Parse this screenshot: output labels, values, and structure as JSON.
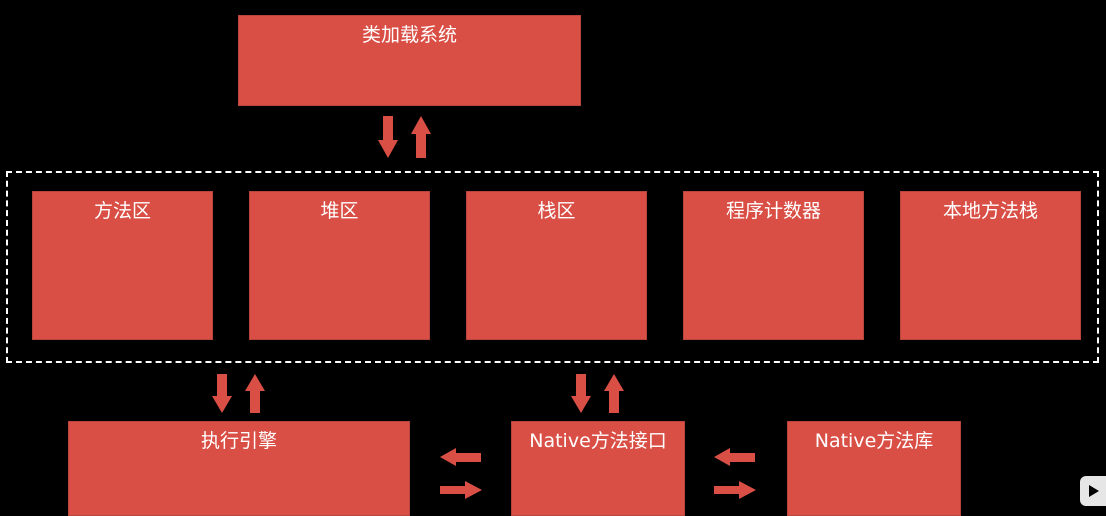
{
  "diagram": {
    "colors": {
      "box_fill": "#d94f45",
      "arrow_fill": "#d94f45",
      "text": "#ffffff",
      "background": "#000000",
      "dashed_border": "#ffffff"
    },
    "class_loader": "类加载系统",
    "runtime_areas": {
      "method_area": "方法区",
      "heap": "堆区",
      "stack": "栈区",
      "pc_register": "程序计数器",
      "native_stack": "本地方法栈"
    },
    "execution_engine": "执行引擎",
    "native_interface": "Native方法接口",
    "native_library": "Native方法库"
  }
}
